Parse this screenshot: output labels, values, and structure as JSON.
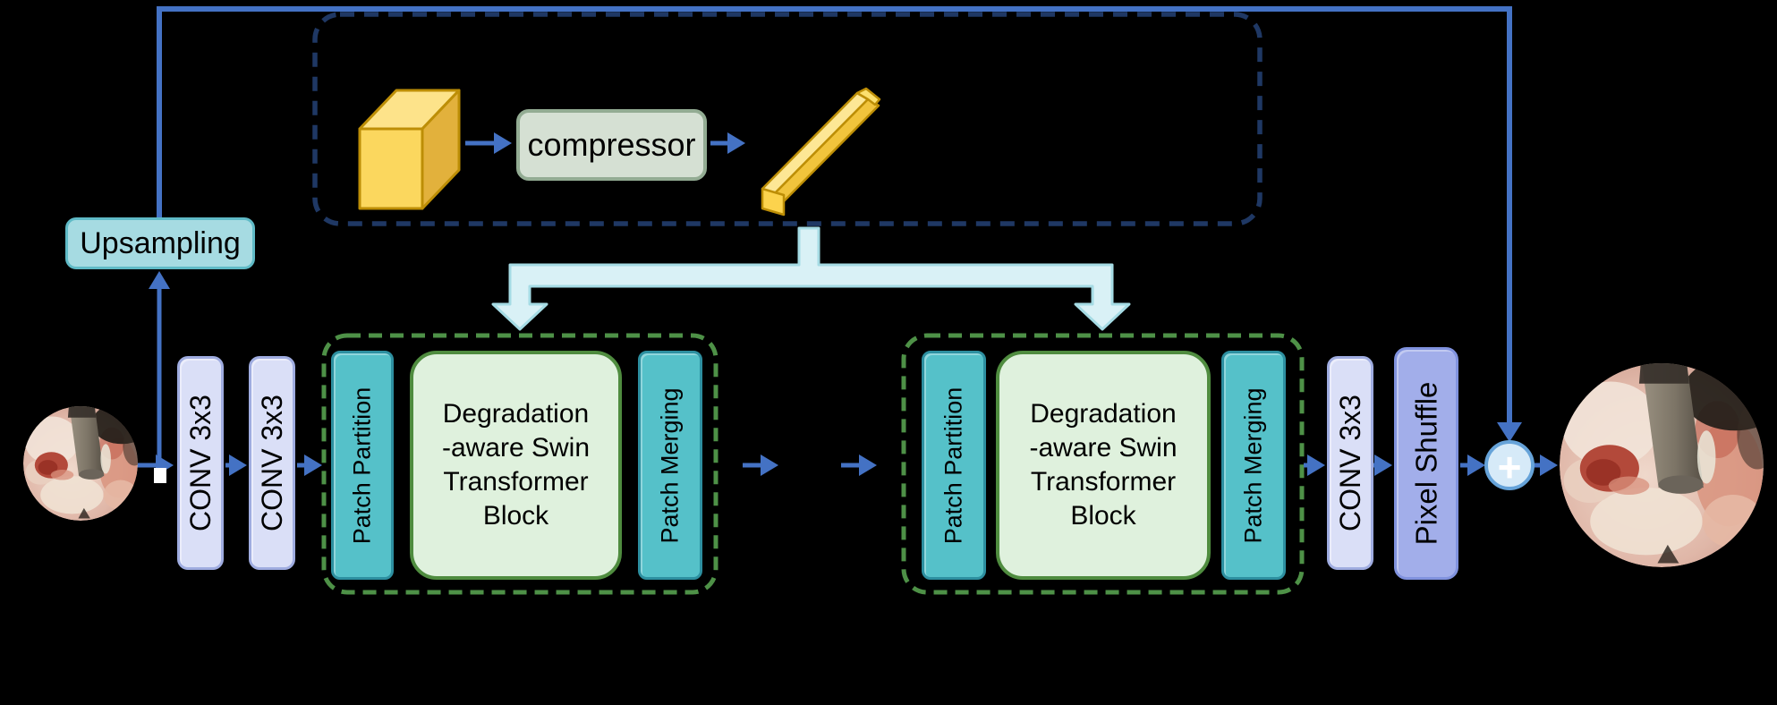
{
  "background": "#000000",
  "boxes": {
    "upsampling": "Upsampling",
    "compressor": "compressor",
    "conv_head_1": "CONV 3x3",
    "conv_head_2": "CONV 3x3",
    "conv_tail": "CONV 3x3",
    "pixel_shuffle": "Pixel Shuffle"
  },
  "stages": [
    {
      "patch_partition": "Patch Partition",
      "swin_block": "Degradation\n-aware Swin\nTransformer\nBlock",
      "patch_merging": "Patch Merging"
    },
    {
      "patch_partition": "Patch Partition",
      "swin_block": "Degradation\n-aware Swin\nTransformer\nBlock",
      "patch_merging": "Patch Merging"
    }
  ],
  "icons": {
    "add_glyph": "+",
    "feature_cube": "3d-feature-cube-icon",
    "degradation_vector": "degradation-embedding-bar-icon",
    "input_image": "endoscopy-input-photo",
    "output_image": "endoscopy-output-photo"
  },
  "colors": {
    "arrow_blue": "#4472C4",
    "prior_box_dash": "#1F3864",
    "stage_dash": "#4E9147",
    "teal_fill": "#55C1C9",
    "swin_fill": "#DFF1DD",
    "conv_fill": "#DADFF7",
    "pixel_shuffle_fill": "#A2AEEA",
    "upsampling_fill": "#A6DBE2",
    "compressor_fill": "#D5E0D3",
    "cube_yellow": "#FBD75E",
    "guidance_arrow_fill": "#D9F1F6",
    "add_fill": "#D6EAF8"
  }
}
